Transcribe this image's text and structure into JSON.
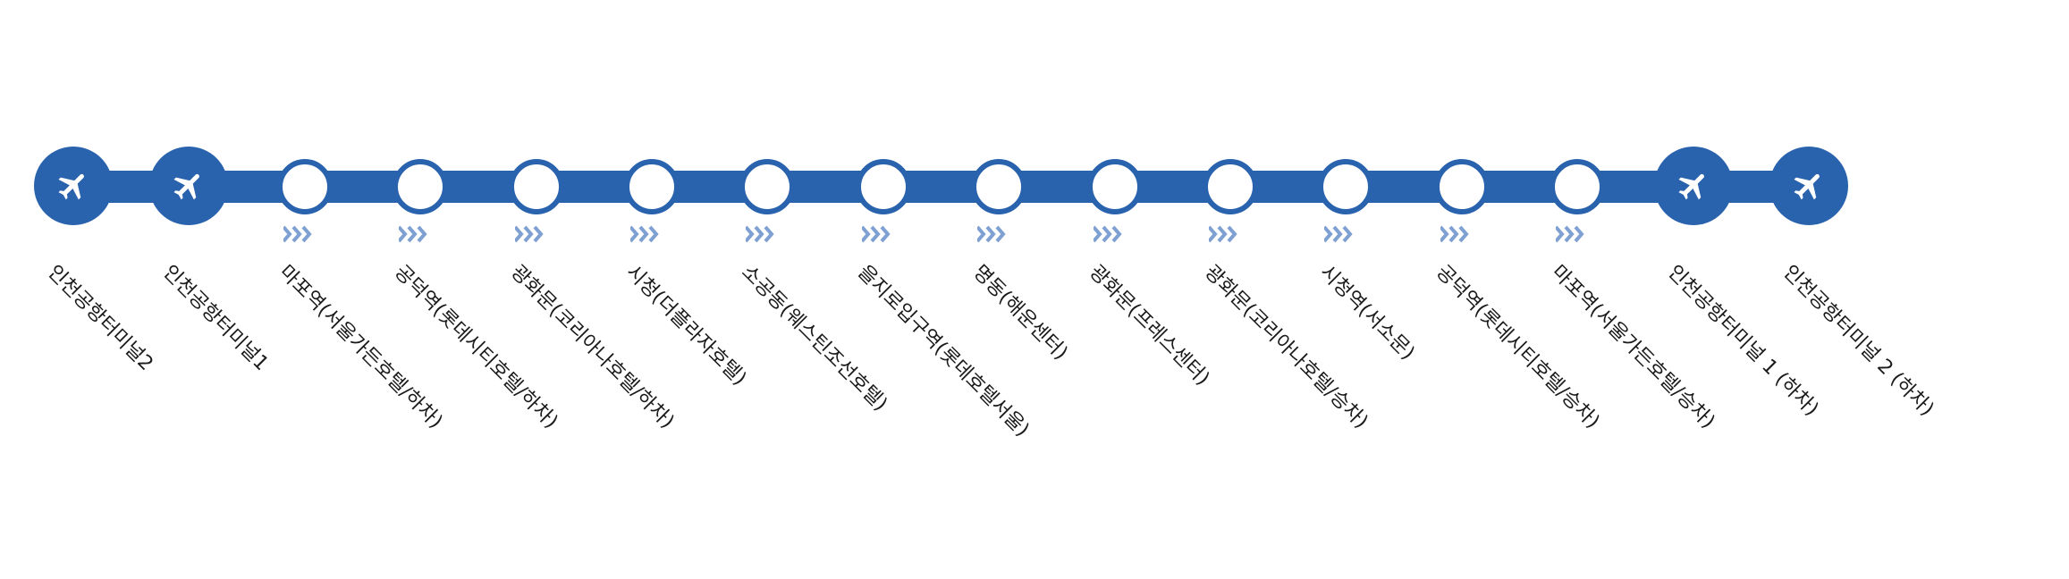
{
  "route": {
    "accent_color": "#2962ad",
    "arrow_color": "#7fa0d2",
    "stops": [
      {
        "label": "인천공항터미널2",
        "type": "airport",
        "icon": "airplane-icon"
      },
      {
        "label": "인천공항터미널1",
        "type": "airport",
        "icon": "airplane-icon"
      },
      {
        "label": "마포역(서울가든호텔/하차)",
        "type": "station"
      },
      {
        "label": "공덕역(롯데시티호텔/하차)",
        "type": "station"
      },
      {
        "label": "광화문(코리아나호텔/하차)",
        "type": "station"
      },
      {
        "label": "시청(더플라자호텔)",
        "type": "station"
      },
      {
        "label": "소공동(웨스틴조선호텔)",
        "type": "station"
      },
      {
        "label": "을지로입구역(롯데호텔서울)",
        "type": "station"
      },
      {
        "label": "명동(해운센터)",
        "type": "station"
      },
      {
        "label": "광화문(프레스센터)",
        "type": "station"
      },
      {
        "label": "광화문(코리아나호텔/승차)",
        "type": "station"
      },
      {
        "label": "시청역(서소문)",
        "type": "station"
      },
      {
        "label": "공덕역(롯데시티호텔/승차)",
        "type": "station"
      },
      {
        "label": "마포역(서울가든호텔/승차)",
        "type": "station"
      },
      {
        "label": "인천공항터미널 1 (하차)",
        "type": "airport",
        "icon": "airplane-icon"
      },
      {
        "label": "인천공항터미널 2 (하차)",
        "type": "airport",
        "icon": "airplane-icon"
      }
    ]
  }
}
